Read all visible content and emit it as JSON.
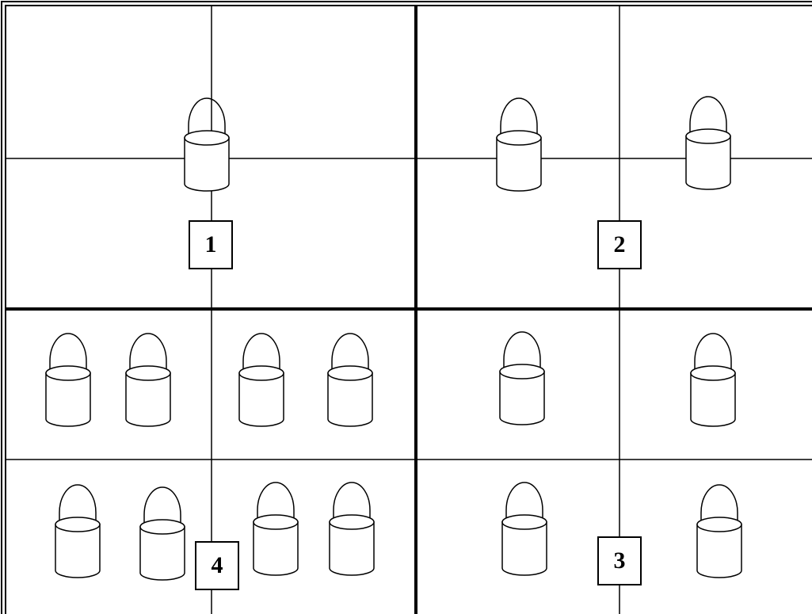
{
  "quadrants": [
    {
      "label": "1",
      "bucket_count": 1
    },
    {
      "label": "2",
      "bucket_count": 2
    },
    {
      "label": "3",
      "bucket_count": 4
    },
    {
      "label": "4",
      "bucket_count": 8
    }
  ],
  "colors": {
    "line": "#000000",
    "background": "#ffffff"
  },
  "icon": "bucket-icon"
}
